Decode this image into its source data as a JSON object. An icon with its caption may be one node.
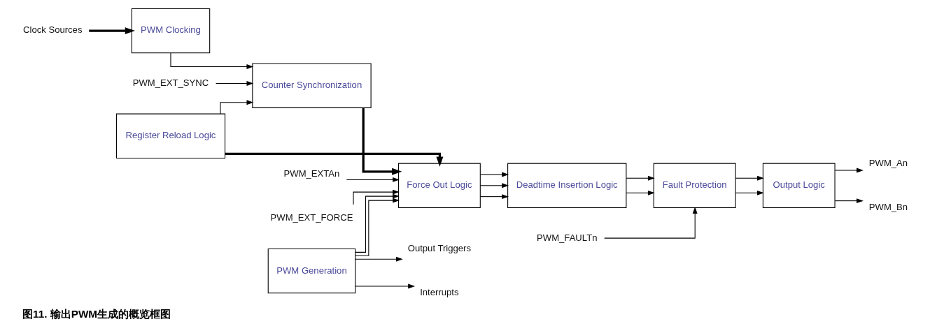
{
  "diagram": {
    "caption": "图11. 输出PWM生成的概览框图",
    "nodes": [
      {
        "text": [
          "Clock Sources"
        ]
      },
      {
        "text": [
          "PWM Clocking"
        ]
      },
      {
        "text": [
          "Register Reload Logic"
        ]
      },
      {
        "text": [
          "PWM_EXT_SYNC"
        ]
      },
      {
        "text": [
          "Counter Synchronization"
        ]
      },
      {
        "text": [
          "PWM_EXTAn"
        ]
      },
      {
        "text": [
          "PWM_EXT_FORCE"
        ]
      },
      {
        "text": [
          "PWM Generation"
        ]
      },
      {
        "text": [
          "Force Out Logic"
        ]
      },
      {
        "text": [
          "Deadtime Insertion Logic"
        ]
      },
      {
        "text": [
          "PWM_FAULTn"
        ]
      },
      {
        "text": [
          "Fault Protection"
        ]
      },
      {
        "text": [
          "Output Logic"
        ]
      },
      {
        "text": [
          "PWM_An"
        ]
      },
      {
        "text": [
          "PWM_Bn"
        ]
      },
      {
        "text": [
          "Output Triggers"
        ]
      },
      {
        "text": [
          "Interrupts"
        ]
      }
    ],
    "edges": [
      {
        "from": 0,
        "to": 1,
        "arrow": "to",
        "style": "thick"
      },
      {
        "from": 3,
        "to": 4,
        "arrow": "to"
      },
      {
        "from": 1,
        "to": 4,
        "arrow": "to"
      },
      {
        "from": 2,
        "to": 4,
        "arrow": "to"
      },
      {
        "from": 4,
        "to": 8,
        "arrow": "to",
        "style": "thick"
      },
      {
        "from": 2,
        "to": 8,
        "arrow": "to",
        "style": "thick"
      },
      {
        "from": 5,
        "to": 8,
        "arrow": "to"
      },
      {
        "from": 6,
        "to": 8,
        "arrow": "to"
      },
      {
        "from": 7,
        "to": 8,
        "arrow": "to"
      },
      {
        "from": 7,
        "to": 8,
        "arrow": "to"
      },
      {
        "from": 8,
        "to": 9,
        "arrow": "to"
      },
      {
        "from": 8,
        "to": 9,
        "arrow": "to"
      },
      {
        "from": 8,
        "to": 9,
        "arrow": "to"
      },
      {
        "from": 10,
        "to": 11,
        "arrow": "to"
      },
      {
        "from": 9,
        "to": 11,
        "arrow": "to"
      },
      {
        "from": 9,
        "to": 11,
        "arrow": "to"
      },
      {
        "from": 11,
        "to": 12,
        "arrow": "to"
      },
      {
        "from": 11,
        "to": 12,
        "arrow": "to"
      },
      {
        "from": 12,
        "to": 13,
        "arrow": "to"
      },
      {
        "from": 12,
        "to": 14,
        "arrow": "to"
      },
      {
        "from": 7,
        "to": 15,
        "arrow": "to"
      },
      {
        "from": 7,
        "to": 16,
        "arrow": "to"
      }
    ]
  }
}
